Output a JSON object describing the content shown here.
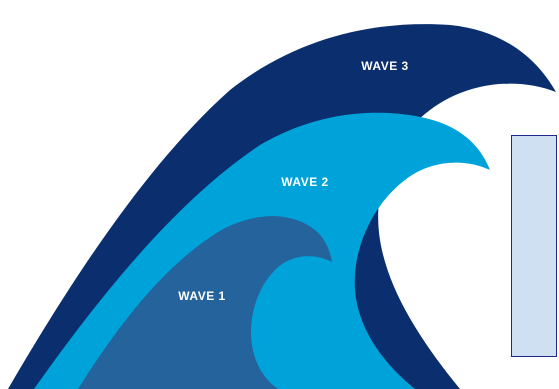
{
  "waves": [
    {
      "label": "WAVE 3",
      "color": "#0a2e6e"
    },
    {
      "label": "WAVE 2",
      "color": "#00a3d9"
    },
    {
      "label": "WAVE 1",
      "color": "#24639c"
    }
  ],
  "colors": {
    "background": "#ffffff",
    "info_box_fill": "#cfe0f3",
    "info_box_border": "#1f2a8c"
  }
}
